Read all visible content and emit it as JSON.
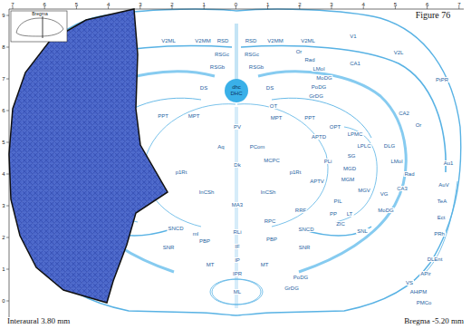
{
  "diagram": {
    "title": "Figure 76",
    "nodes": [
      {
        "text": [
          "dhc",
          "DHC"
        ]
      }
    ],
    "labels": [
      "7",
      "6",
      "5",
      "4",
      "3",
      "2",
      "1",
      "0",
      "1",
      "2",
      "3",
      "4",
      "5",
      "6",
      "7",
      "9",
      "8",
      "7",
      "6",
      "5",
      "4",
      "3",
      "2",
      "1",
      "0",
      "V2ML",
      "V2MM",
      "RSD",
      "RSD",
      "V2MM",
      "V2ML",
      "V1",
      "V2L",
      "PtPR",
      "RSGc",
      "RSGc",
      "RSGb",
      "RSGb",
      "Or",
      "Rad",
      "LMol",
      "MoDG",
      "PoDG",
      "GrDG",
      "CA1",
      "DS",
      "DS",
      "OT",
      "MPT",
      "MPT",
      "PPT",
      "PPT",
      "OPT",
      "APTD",
      "LPMC",
      "LPLC",
      "DLG",
      "PV",
      "Aq",
      "PCom",
      "MCPC",
      "Dk",
      "p1Rt",
      "p1Rt",
      "PLi",
      "SG",
      "MGD",
      "MGM",
      "MGV",
      "APTV",
      "VG",
      "InCSh",
      "InCSh",
      "MA3",
      "PIL",
      "RRF",
      "PP",
      "LT",
      "ZIC",
      "RPC",
      "SNCD",
      "SNL",
      "SNCD",
      "RLi",
      "ml",
      "PBP",
      "PBP",
      "SNR",
      "SNR",
      "IF",
      "IP",
      "MT",
      "MT",
      "IPR",
      "ML",
      "PoDG",
      "GrDG",
      "CA2",
      "Or",
      "LMol",
      "Rad",
      "CA3",
      "MoDG",
      "Au1",
      "AuV",
      "TeA",
      "Ect",
      "PRh",
      "DLEnt",
      "APir",
      "VS",
      "AHiPM",
      "PMCo",
      "Bregma",
      "Interaural 3.80 mm",
      "Bregma -5.20 mm"
    ]
  }
}
